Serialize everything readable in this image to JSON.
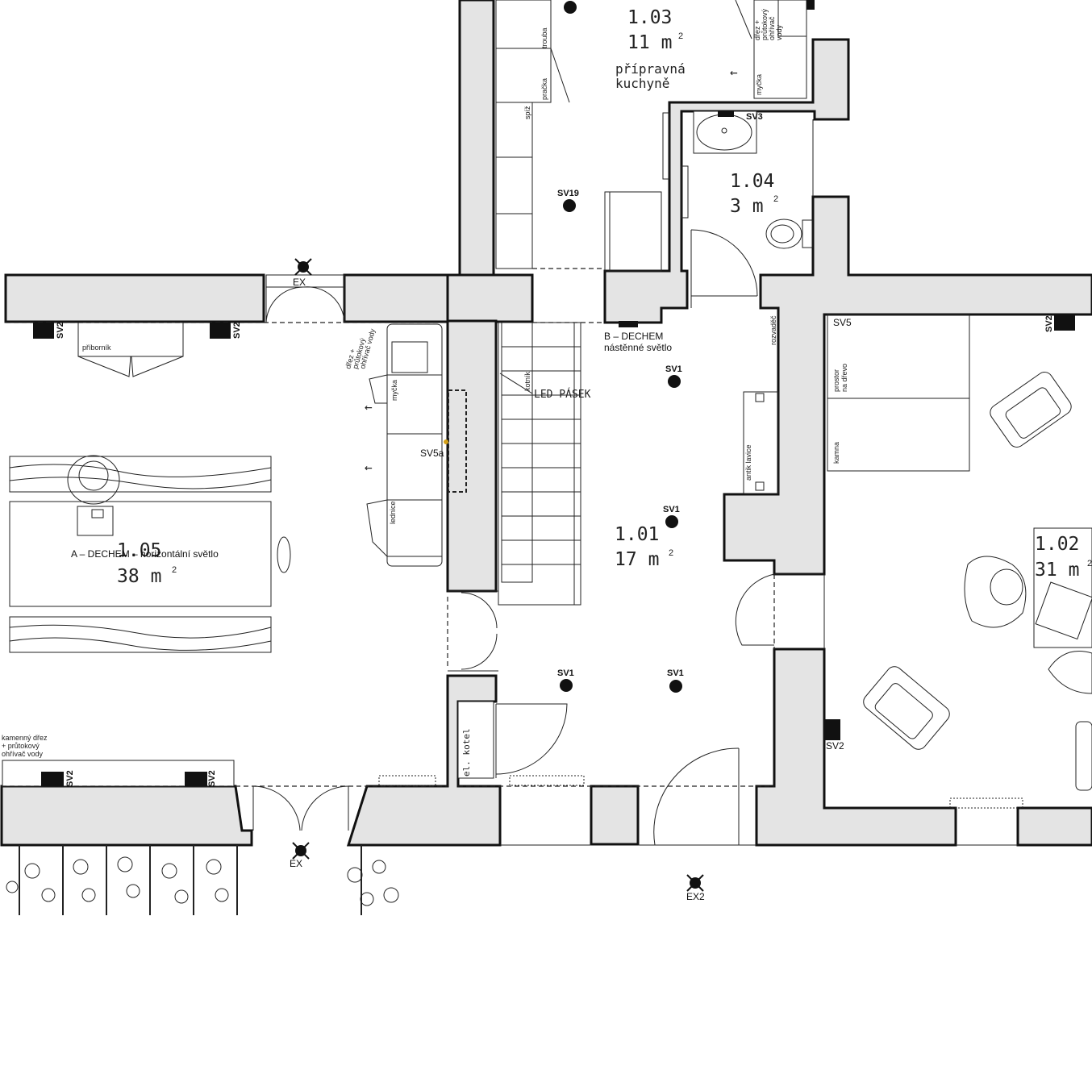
{
  "rooms": {
    "r103": {
      "number": "1.03",
      "area": "11",
      "unit": "m",
      "sup": "2",
      "name_1": "přípravná",
      "name_2": "kuchyně"
    },
    "r104": {
      "number": "1.04",
      "area": "3",
      "unit": "m",
      "sup": "2"
    },
    "r105": {
      "number": "1.05",
      "area": "38",
      "unit": "m",
      "sup": "2"
    },
    "r101": {
      "number": "1.01",
      "area": "17",
      "unit": "m",
      "sup": "2"
    },
    "r102": {
      "number": "1.02",
      "area": "31",
      "unit": "m",
      "sup": "2"
    }
  },
  "lights": {
    "sv1": "SV1",
    "sv2": "SV2",
    "sv3": "SV3",
    "sv5": "SV5",
    "sv5a": "SV5a",
    "sv19": "SV19",
    "ex": "EX",
    "ex2": "EX2"
  },
  "annotations": {
    "dechem_a": "A – DECHEM – horizontální světlo",
    "dechem_b_1": "B – DECHEM",
    "dechem_b_2": "nástěnné světlo",
    "led_pasek": "LED PÁSEK",
    "el_kotel": "el. kotel",
    "pribornik": "příborník",
    "myčka": "myčka",
    "lednice": "lednice",
    "trouba": "trouba",
    "pracka": "pračka",
    "spiz": "spíž",
    "kotnik": "kotník",
    "antik_lavice": "antik lavice",
    "rozvadec": "rozvaděč",
    "prostor_1": "prostor",
    "prostor_2": "na dřevo",
    "kamna": "kamna",
    "drez_1": "dřez +",
    "drez_2": "průtokový",
    "drez_3": "ohřívač vody",
    "drez_top_1": "dřez +",
    "drez_top_2": "průtokový",
    "drez_top_3": "ohřívač",
    "drez_top_4": "vody",
    "kamenny_1": "kamenný dřez",
    "kamenny_2": "+ průtokový",
    "kamenny_3": "ohřívač vody"
  },
  "colors": {
    "wall_fill": "#e4e4e4",
    "line": "#111111",
    "sensor_dot": "#d4a017"
  }
}
